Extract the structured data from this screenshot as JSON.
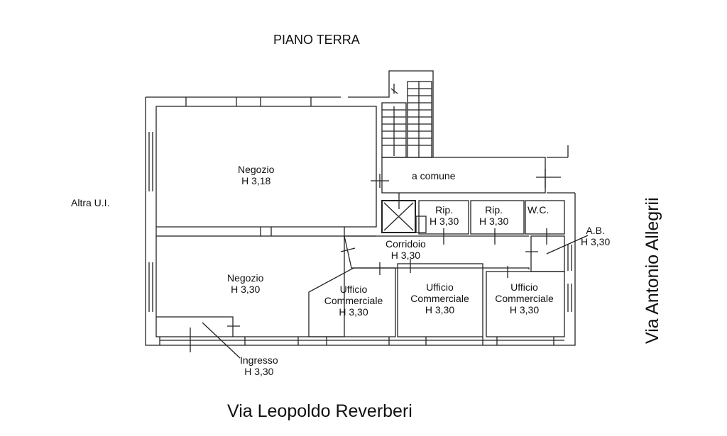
{
  "title": "PIANO TERRA",
  "streets": {
    "bottom": "Via Leopoldo Reverberi",
    "right": "Via Antonio Allegrii"
  },
  "other_unit": "Altra U.I.",
  "rooms": [
    {
      "name": "Negozio",
      "height": "H 3,18"
    },
    {
      "name": "Negozio",
      "height": "H 3,30"
    },
    {
      "name": "a comune",
      "height": ""
    },
    {
      "name": "Rip.",
      "height": "H 3,30"
    },
    {
      "name": "Rip.",
      "height": "H 3,30"
    },
    {
      "name": "W.C.",
      "height": ""
    },
    {
      "name": "Corridoio",
      "height": "H 3,30"
    },
    {
      "name": "A.B.",
      "height": "H 3,30"
    },
    {
      "name": "Ufficio Commerciale",
      "height": "H 3,30"
    },
    {
      "name": "Ufficio Commerciale",
      "height": "H 3,30"
    },
    {
      "name": "Ufficio Commerciale",
      "height": "H 3,30"
    },
    {
      "name": "Ingresso",
      "height": "H 3,30"
    }
  ]
}
